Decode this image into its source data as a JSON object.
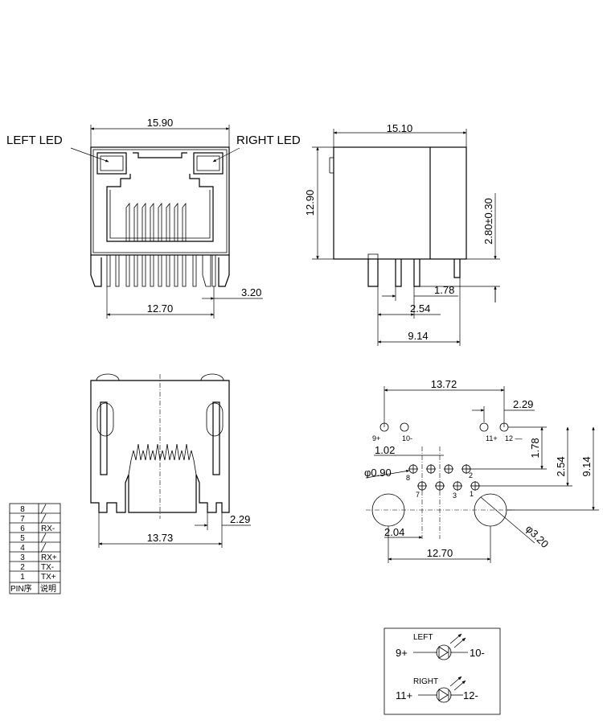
{
  "front_view": {
    "width_dim": "15.90",
    "left_led": "LEFT LED",
    "right_led": "RIGHT LED",
    "pin_span_dim": "12.70",
    "tail_dim": "3.20"
  },
  "side_view": {
    "depth_dim": "15.10",
    "height_dim": "12.90",
    "pin_length_dim": "2.80±0.30",
    "dim_178": "1.78",
    "dim_254": "2.54",
    "dim_914": "9.14"
  },
  "bottom_view": {
    "width_dim": "13.73",
    "tail_dim": "2.29"
  },
  "pcb_layout": {
    "dim_1372": "13.72",
    "dim_229": "2.29",
    "dim_102": "1.02",
    "dim_090": "φ0.90",
    "dim_178": "1.78",
    "dim_254": "2.54",
    "dim_914": "9.14",
    "dim_204": "2.04",
    "dim_320": "φ3.20",
    "dim_1270": "12.70",
    "label_9": "9+",
    "label_10": "10-",
    "label_11": "11+",
    "label_12": "12 —",
    "pin_8": "8",
    "pin_7": "7",
    "pin_2": "2",
    "pin_3": "3",
    "pin_1": "1"
  },
  "pin_table": {
    "rows": [
      {
        "pin": "8",
        "desc": "╱"
      },
      {
        "pin": "7",
        "desc": "╱"
      },
      {
        "pin": "6",
        "desc": "RX-"
      },
      {
        "pin": "5",
        "desc": "╱"
      },
      {
        "pin": "4",
        "desc": "╱"
      },
      {
        "pin": "3",
        "desc": "RX+"
      },
      {
        "pin": "2",
        "desc": "TX-"
      },
      {
        "pin": "1",
        "desc": "TX+"
      }
    ],
    "header_pin": "PIN序",
    "header_desc": "说明"
  },
  "led_schematic": {
    "left_label": "LEFT",
    "left_plus": "9+",
    "left_minus": "10-",
    "right_label": "RIGHT",
    "right_plus": "11+",
    "right_minus": "12-"
  }
}
